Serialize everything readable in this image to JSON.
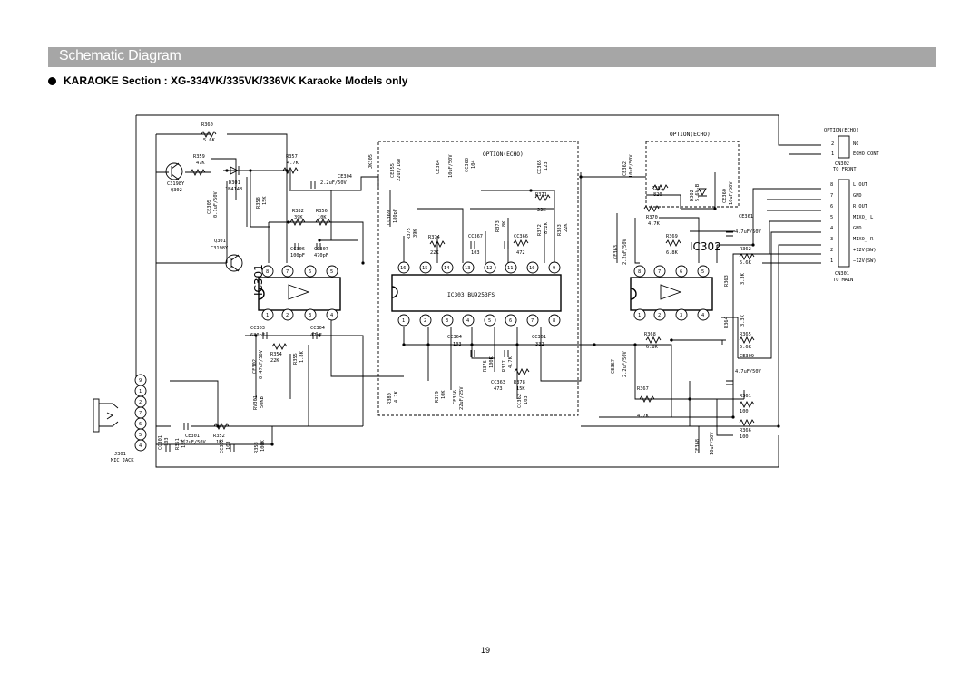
{
  "header": {
    "title": "Schematic Diagram"
  },
  "section_heading": "KARAOKE Section : XG-334VK/335VK/336VK Karaoke Models only",
  "page_number": "19",
  "ics": {
    "ic301": {
      "label": "IC301",
      "top_pins": [
        "8",
        "7",
        "6",
        "5"
      ],
      "bottom_pins": [
        "1",
        "2",
        "3",
        "4"
      ]
    },
    "ic302": {
      "label": "IC302",
      "top_pins": [
        "8",
        "7",
        "6",
        "5"
      ],
      "bottom_pins": [
        "1",
        "2",
        "3",
        "4"
      ]
    },
    "ic303": {
      "label": "IC303 BU9253FS",
      "top_pins": [
        "16",
        "15",
        "14",
        "13",
        "12",
        "11",
        "10",
        "9"
      ],
      "bottom_pins": [
        "1",
        "2",
        "3",
        "4",
        "5",
        "6",
        "7",
        "8"
      ]
    }
  },
  "option_echo_label": "OPTION(ECHO)",
  "connectors": {
    "cn302": {
      "name": "CN302",
      "sub": "TO FRONT",
      "title": "OPTION(ECHO)",
      "pins": [
        {
          "num": "2",
          "label": "NC"
        },
        {
          "num": "1",
          "label": "ECHO CONT"
        }
      ]
    },
    "cn301": {
      "name": "CN301",
      "sub": "TO MAIN",
      "pins": [
        {
          "num": "8",
          "label": "L OUT"
        },
        {
          "num": "7",
          "label": "GND"
        },
        {
          "num": "6",
          "label": "R OUT"
        },
        {
          "num": "5",
          "label": "MIXO_ L"
        },
        {
          "num": "4",
          "label": "GND"
        },
        {
          "num": "3",
          "label": "MIXO_ R"
        },
        {
          "num": "2",
          "label": "+12V(SW)"
        },
        {
          "num": "1",
          "label": "−12V(SW)"
        }
      ]
    },
    "j301": {
      "name": "J301",
      "sub": "MIC JACK",
      "pins": [
        "9",
        "1",
        "2",
        "7",
        "6",
        "5",
        "4"
      ]
    }
  },
  "components": {
    "r360": [
      "R360",
      "5.6K"
    ],
    "r359": [
      "R359",
      "47K"
    ],
    "c3198y_1": [
      "C3198Y",
      "Q302"
    ],
    "d301": [
      "D301",
      "1N4148"
    ],
    "r357": [
      "R357",
      "4.7K"
    ],
    "ce304": [
      "CE304",
      "2.2uF/50V"
    ],
    "ce305": [
      "CE305",
      "0.1uF/50V"
    ],
    "r358": [
      "R358",
      "15K"
    ],
    "r382": [
      "R382",
      "39K"
    ],
    "r356": [
      "R356",
      "10K"
    ],
    "q301": [
      "Q301",
      "C3198Y"
    ],
    "cc306": [
      "CC306",
      "100pF"
    ],
    "cc307": [
      "CC307",
      "470pF"
    ],
    "cc303": [
      "CC303",
      "680pF"
    ],
    "cc304": [
      "CC304",
      "47pF"
    ],
    "ce302": [
      "CE302",
      "0.47uF/50V"
    ],
    "r354": [
      "R354",
      "22K"
    ],
    "r355": [
      "R355",
      "1.8K"
    ],
    "rv301": [
      "RV301",
      "50KB"
    ],
    "ce301": [
      "CE301",
      "2.2uF/50V"
    ],
    "r352": [
      "R352",
      "1K"
    ],
    "cc301": [
      "CC301",
      "103"
    ],
    "r351": [
      "R351",
      "10K"
    ],
    "cc302": [
      "CC302",
      "103"
    ],
    "r353": [
      "R353",
      "100K"
    ],
    "jk305": [
      "JK305",
      ""
    ],
    "ce355": [
      "CE355",
      "22uF/16V"
    ],
    "ce364": [
      "CE364",
      "10uF/50V"
    ],
    "cc368": [
      "CC368",
      "104"
    ],
    "cc365": [
      "CC365",
      "123"
    ],
    "cc369": [
      "CC369",
      "180pF"
    ],
    "r375": [
      "R375",
      "39K"
    ],
    "r374": [
      "R374",
      "22K"
    ],
    "r373": [
      "R373",
      "8K"
    ],
    "r371": [
      "R371",
      "22K"
    ],
    "cc367": [
      "CC367",
      "103"
    ],
    "cc366": [
      "CC366",
      "472"
    ],
    "r372": [
      "R372",
      "8.2K"
    ],
    "r383": [
      "R383",
      "22K"
    ],
    "cc364": [
      "CC364",
      "103"
    ],
    "cc361": [
      "CC361",
      "332"
    ],
    "r376": [
      "R376",
      "100K"
    ],
    "r377": [
      "R377",
      "4.7K"
    ],
    "cc363": [
      "CC363",
      "473"
    ],
    "r378": [
      "R378",
      "15K"
    ],
    "r380": [
      "R380",
      "4.7K"
    ],
    "r379": [
      "R379",
      "10K"
    ],
    "ce366": [
      "CE366",
      "22uF/25V"
    ],
    "cc362": [
      "CC362",
      "103"
    ],
    "ce362": [
      "CE362",
      "10uF/50V"
    ],
    "r381": [
      "R381",
      "820"
    ],
    "d302": [
      "D302",
      "5.6V-B"
    ],
    "ce360": [
      "CE360",
      "10uF/50V"
    ],
    "r370": [
      "R370",
      "4.7K"
    ],
    "ce363": [
      "CE363",
      "2.2uF/50V"
    ],
    "ce361": [
      "CE361",
      "4.7uF/50V"
    ],
    "r369": [
      "R369",
      "6.8K"
    ],
    "r362": [
      "R362",
      "5.6K"
    ],
    "r363": [
      "R363",
      "3.3K"
    ],
    "r364": [
      "R364",
      "3.3K"
    ],
    "r368": [
      "R368",
      "6.8K"
    ],
    "r365": [
      "R365",
      "5.6K"
    ],
    "ce367": [
      "CE367",
      "2.2uF/50V"
    ],
    "ce309": [
      "CE309",
      "4.7uF/50V"
    ],
    "r367": [
      "R367",
      "4.7K"
    ],
    "r361": [
      "R361",
      "100"
    ],
    "r366": [
      "R366",
      "100"
    ],
    "ce368": [
      "CE368",
      "10uF/50V"
    ]
  }
}
